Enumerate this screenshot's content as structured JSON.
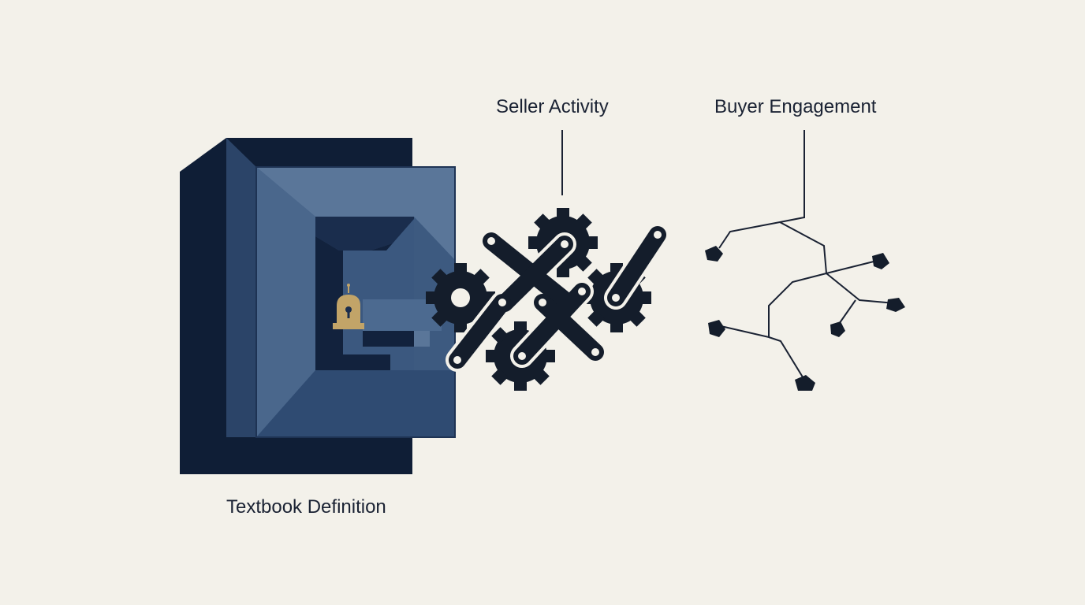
{
  "labels": {
    "textbook_definition": "Textbook Definition",
    "seller_activity": "Seller Activity",
    "buyer_engagement": "Buyer Engagement"
  },
  "colors": {
    "background": "#f3f1ea",
    "navy_dark": "#0f1e36",
    "navy_mid": "#2b4468",
    "navy_light": "#4c6a90",
    "gear": "#141d2b",
    "lock_gold": "#c2a468",
    "line": "#1a2233"
  },
  "icons": {
    "box": "open-box-icon",
    "lock": "padlock-icon",
    "gears": "gear-icon",
    "links": "chain-link-icon",
    "network": "branching-network-icon"
  }
}
